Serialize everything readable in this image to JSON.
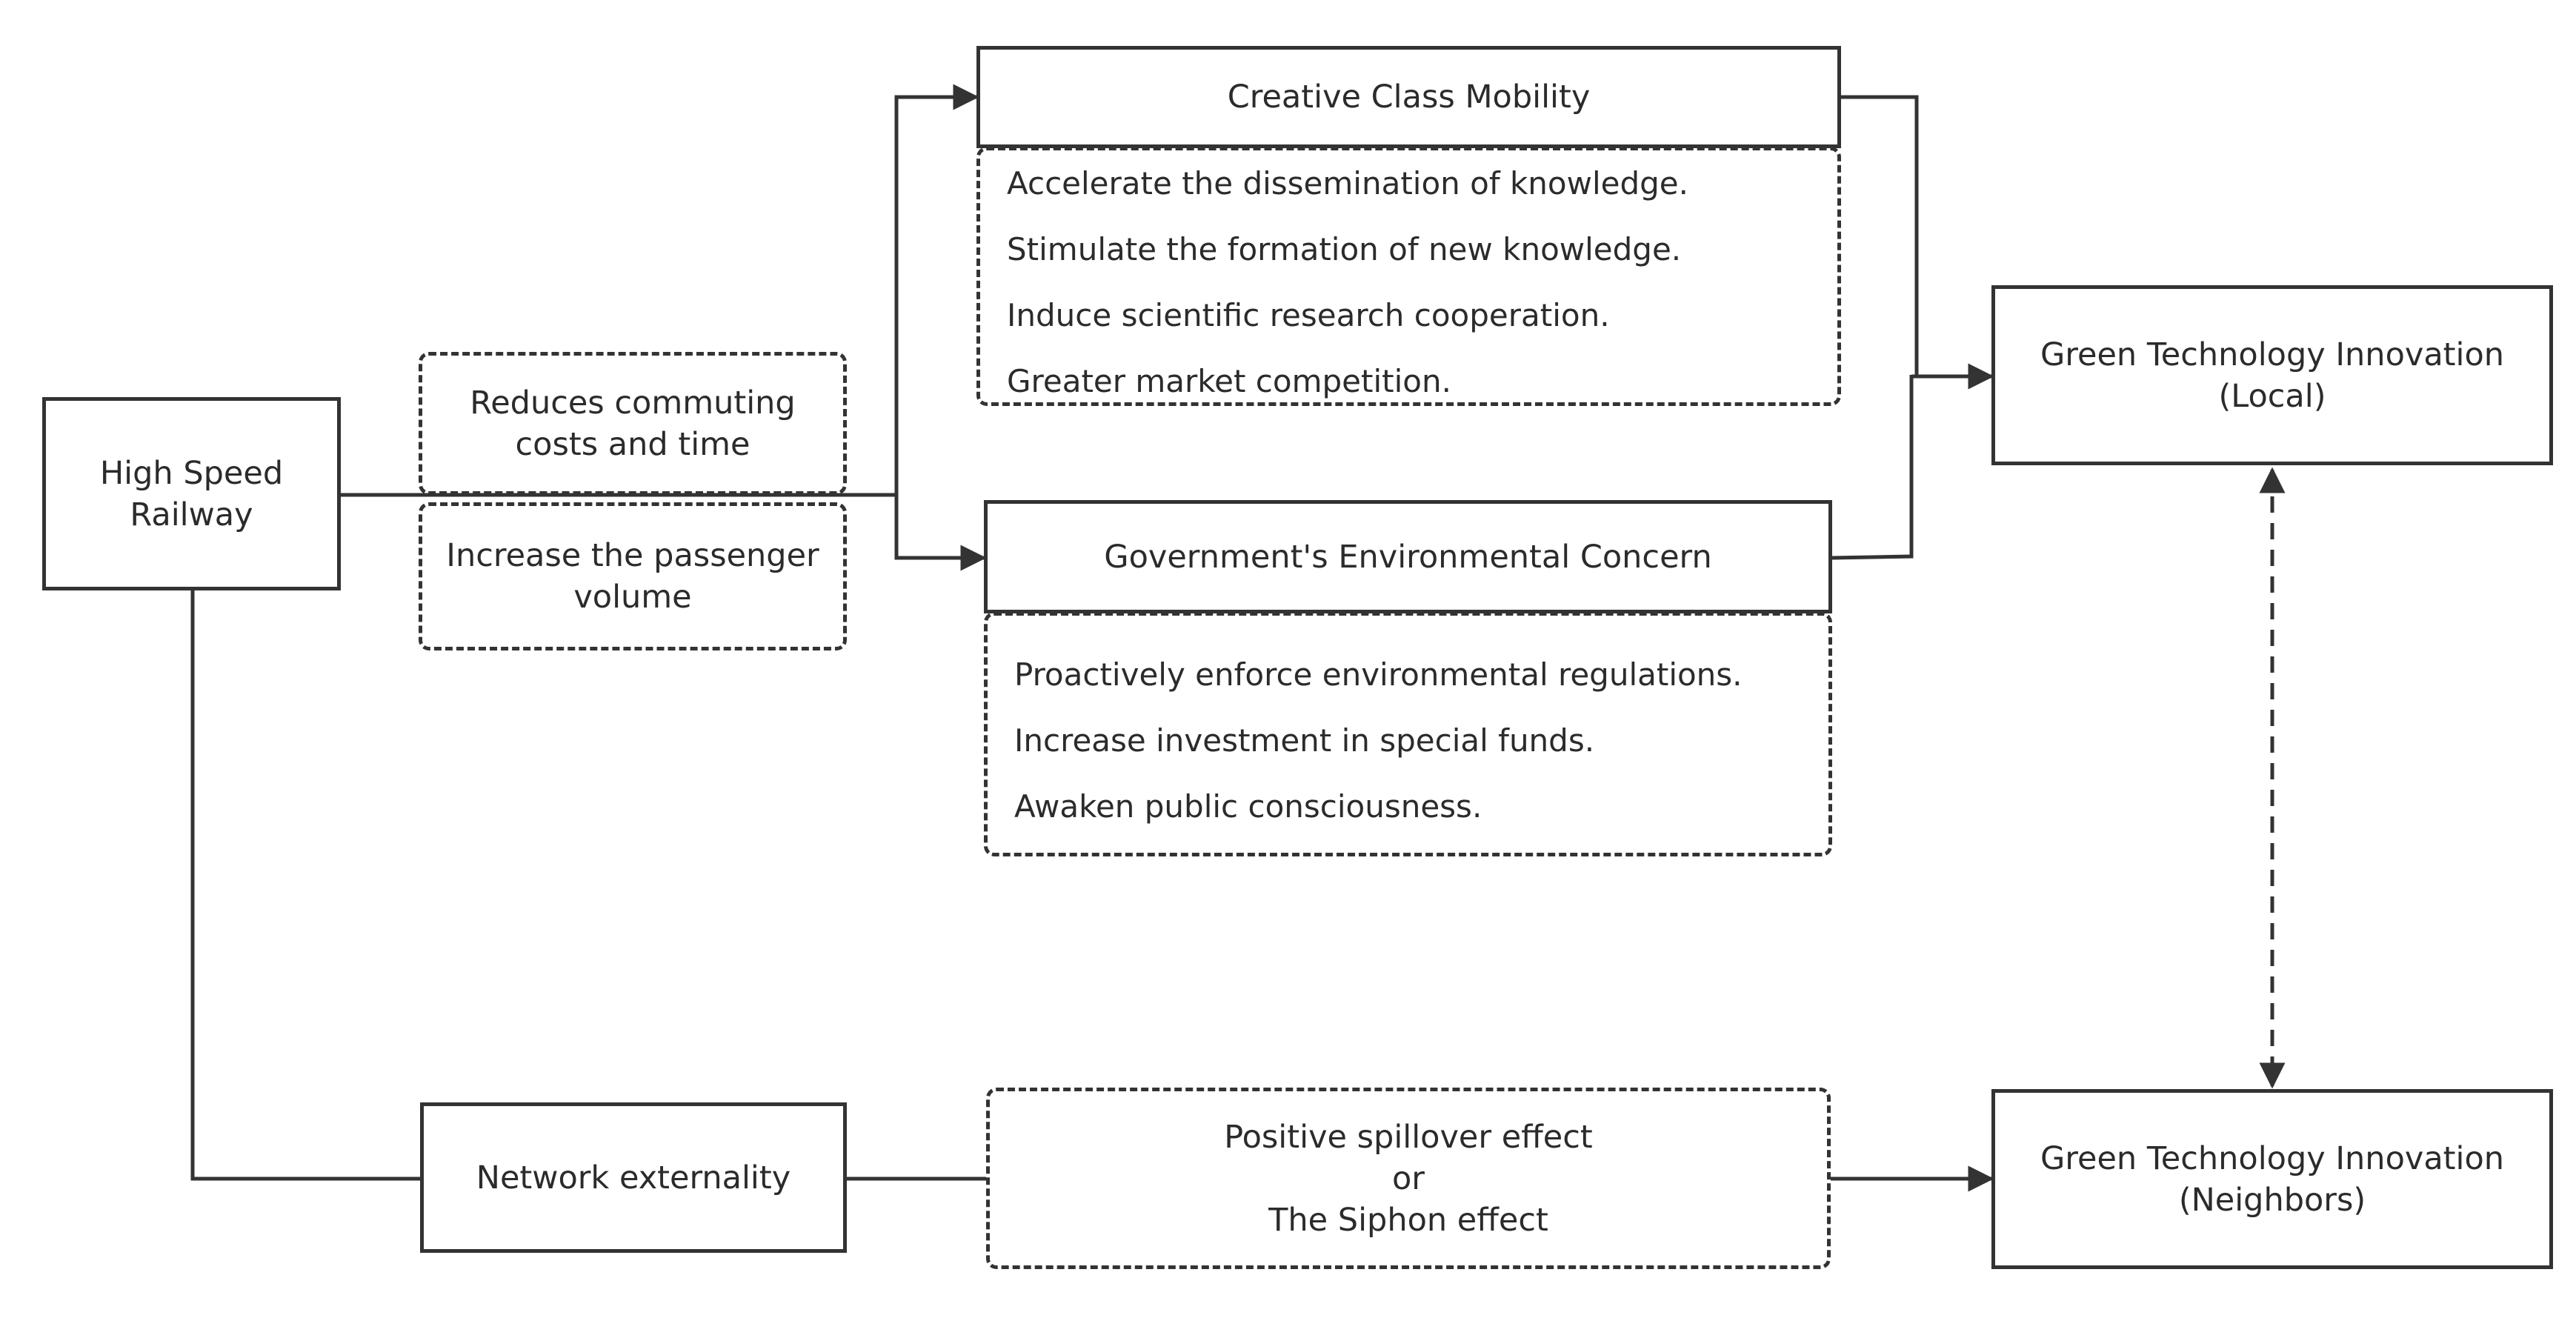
{
  "nodes": {
    "hsr": {
      "line1": "High Speed",
      "line2": "Railway"
    },
    "commute": {
      "line1": "Reduces commuting",
      "line2": "costs and time"
    },
    "passenger": {
      "line1": "Increase the passenger",
      "line2": "volume"
    },
    "creative_class": {
      "label": "Creative Class Mobility"
    },
    "creative_effects": [
      "Accelerate the dissemination of knowledge.",
      "Stimulate the formation of new knowledge.",
      "Induce scientific research cooperation.",
      "Greater  market competition."
    ],
    "government": {
      "label": "Government's Environmental Concern"
    },
    "government_effects": [
      "Proactively enforce environmental regulations.",
      "Increase investment in special funds.",
      "Awaken public consciousness."
    ],
    "gti_local": {
      "line1": "Green Technology Innovation",
      "line2": "(Local)"
    },
    "gti_neighbors": {
      "line1": "Green Technology Innovation",
      "line2": "(Neighbors)"
    },
    "network": {
      "label": "Network externality"
    },
    "spillover": {
      "line1": "Positive spillover effect",
      "line2": "or",
      "line3": "The Siphon effect"
    }
  },
  "colors": {
    "stroke": "#333333",
    "text": "#2b2b2b",
    "background": "#ffffff"
  }
}
